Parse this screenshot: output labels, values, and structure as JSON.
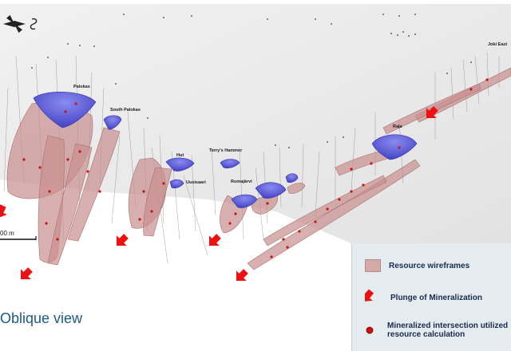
{
  "view": {
    "title": "Oblique view"
  },
  "scale_bar": {
    "label": "00 m"
  },
  "deposits": [
    {
      "id": "palokas",
      "name": "Palokas"
    },
    {
      "id": "south-palokas",
      "name": "South Palokas"
    },
    {
      "id": "hut",
      "name": "Hut"
    },
    {
      "id": "uusisaari",
      "name": "Uusisaari"
    },
    {
      "id": "terrys-hammer",
      "name": "Terry's Hammer"
    },
    {
      "id": "rumajarvi",
      "name": "Rumajärvi"
    },
    {
      "id": "raja",
      "name": "Raja"
    },
    {
      "id": "joki-east",
      "name": "Joki East"
    }
  ],
  "legend": {
    "wireframes": "Resource wireframes",
    "plunge": "Plunge of Mineralization",
    "intersection_line1": "Mineralized intersection utilized",
    "intersection_line2": "resource calculation"
  },
  "colors": {
    "wireframe": "#c98f8f",
    "pit": "#5b5bd6",
    "arrow": "#ee1111",
    "intersection": "#cc1111",
    "terrain": "#e9e9e9",
    "legend_bg": "#e4ecef",
    "legend_text": "#1a2b52",
    "title_text": "#1c5a8c"
  },
  "compass": {
    "icon": "north-arrow-icon"
  }
}
